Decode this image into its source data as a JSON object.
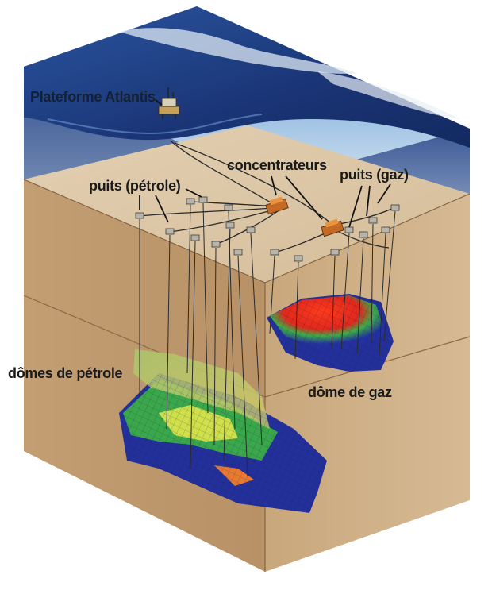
{
  "labels": {
    "platform": "Plateforme Atlantis",
    "oil_wells": "puits (pétrole)",
    "hubs": "concentrateurs",
    "gas_wells": "puits (gaz)",
    "oil_domes": "dômes de pétrole",
    "gas_dome": "dôme de gaz"
  },
  "colors": {
    "sky": "#3e78b8",
    "ocean": "#1b3b7e",
    "seafloor": "#d9c3a2",
    "rock_side": "#b8946a",
    "reservoir_low": "#24309a",
    "reservoir_mid": "#3aa84a",
    "reservoir_high": "#e03020",
    "structure": "#c46a24"
  }
}
